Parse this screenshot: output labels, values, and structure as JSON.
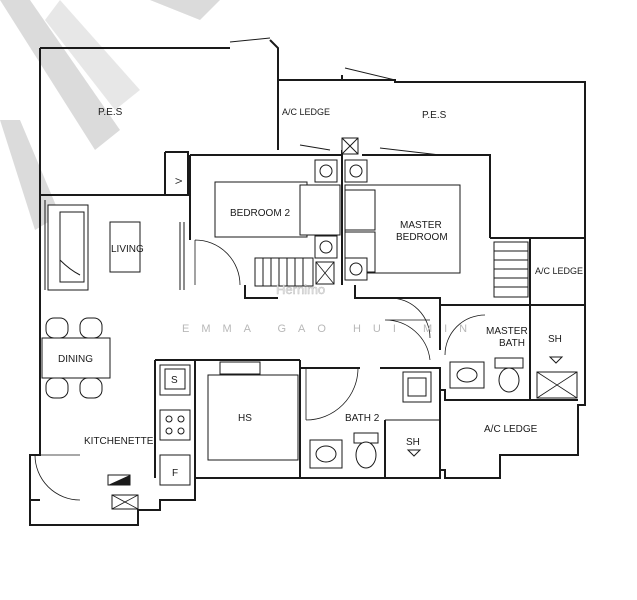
{
  "rooms": {
    "pes_left": "P.E.S",
    "ac_ledge_top": "A/C LEDGE",
    "pes_right": "P.E.S",
    "bedroom2": "BEDROOM 2",
    "master_bedroom_line1": "MASTER",
    "master_bedroom_line2": "BEDROOM",
    "living": "LIVING",
    "ac_ledge_right": "A/C LEDGE",
    "master_bath_line1": "MASTER",
    "master_bath_line2": "BATH",
    "sh_master": "SH",
    "dining": "DINING",
    "hs": "HS",
    "bath2": "BATH 2",
    "sh_bath2": "SH",
    "ac_ledge_bottom": "A/C LEDGE",
    "kitchenette": "KITCHENETTE",
    "s_label": "S",
    "f_label": "F",
    "v_label": "V"
  },
  "watermark": {
    "brand": "Hernimo",
    "text": "EMMA GAO HUI MIN"
  }
}
